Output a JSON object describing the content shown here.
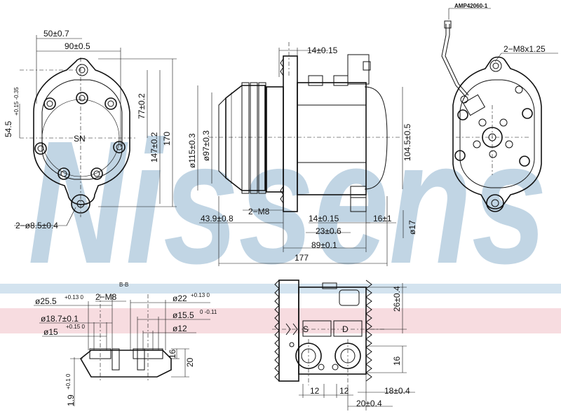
{
  "watermark": {
    "text": "Nissens",
    "color": "#8fb3cf"
  },
  "bands": {
    "blue": "#9ec1dc",
    "red": "#e79aa6"
  },
  "part_number": "AMP42060-1",
  "front_view": {
    "dim_50": "50±0.7",
    "dim_90": "90±0.5",
    "dim_545": "54.5",
    "dim_545_tol": "+0.15 -0.35",
    "dim_77": "77±0.2",
    "dim_147": "147±0.2",
    "dim_170": "170",
    "hole_label": "2−ø8.5±0.4",
    "mark": "SN"
  },
  "side_view": {
    "dim_14_top": "14±0.15",
    "dim_115": "ø115±0.3",
    "dim_97": "ø97±0.3",
    "dim_1045": "104.5±0.5",
    "thread_label": "2−M8",
    "dim_439": "43.9±0.8",
    "dim_14_bot": "14±0.15",
    "dim_16": "16±1",
    "dim_23": "23±0.6",
    "dim_89": "89±0.1",
    "dim_17": "ø17",
    "dim_177": "177"
  },
  "rear_view": {
    "thread_label": "2−M8x1.25"
  },
  "section_view": {
    "section_label": "B-B",
    "dim_255": "ø25.5",
    "dim_255_tol": "+0.13 0",
    "thread_label": "2−M8",
    "dim_22": "ø22",
    "dim_22_tol": "+0.13 0",
    "dim_187": "ø18.7±0.1",
    "dim_155": "ø15.5",
    "dim_155_tol": "0 -0.11",
    "dim_15": "ø15",
    "dim_15_tol": "+0.15 0",
    "dim_12": "ø12",
    "dim_16": "16",
    "dim_20": "20",
    "dim_19": "1.9",
    "dim_19_tol": "+0.1 0"
  },
  "port_view": {
    "port_s": "S",
    "port_d": "D",
    "dim_26": "26±0.4",
    "dim_16": "16",
    "dim_12a": "12",
    "dim_12b": "12",
    "dim_18": "18±0.4",
    "dim_20": "20±0.4"
  }
}
